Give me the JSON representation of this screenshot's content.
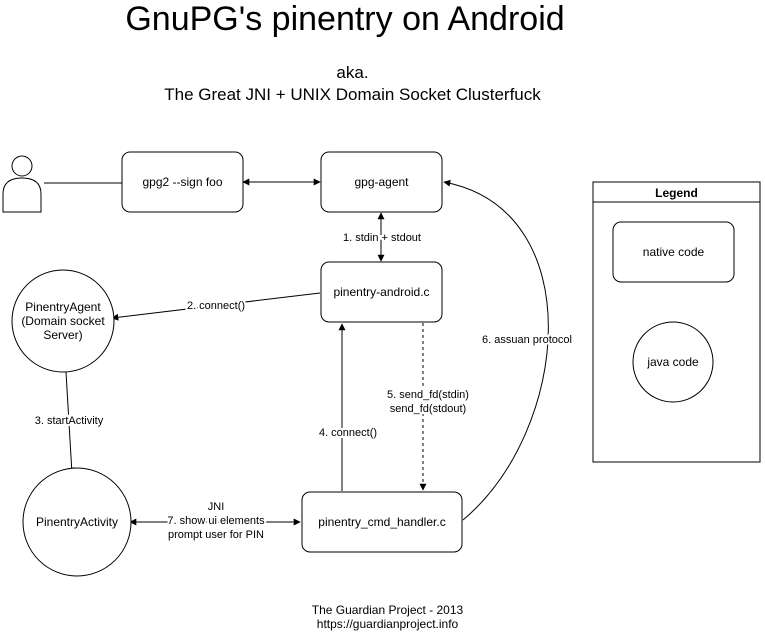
{
  "title": "GnuPG's pinentry on Android",
  "subtitle_line1": "aka.",
  "subtitle_line2": "The Great JNI + UNIX Domain Socket Clusterfuck",
  "nodes": {
    "user": "",
    "gpg2": "gpg2 --sign foo",
    "gpg_agent": "gpg-agent",
    "pinentry_android": "pinentry-android.c",
    "pinentry_agent_line1": "PinentryAgent",
    "pinentry_agent_line2": "(Domain socket",
    "pinentry_agent_line3": "Server)",
    "pinentry_activity": "PinentryActivity",
    "pinentry_cmd_handler": "pinentry_cmd_handler.c"
  },
  "edges": {
    "e1": "1. stdin + stdout",
    "e2": "2. connect()",
    "e3": "3. startActivity",
    "e4": "4. connect()",
    "e5_line1": "5. send_fd(stdin)",
    "e5_line2": "send_fd(stdout)",
    "e6": "6. assuan protocol",
    "e7_line1": "JNI",
    "e7_line2": "7. show ui elements",
    "e7_line3": "prompt user for PIN"
  },
  "legend": {
    "title": "Legend",
    "native": "native code",
    "java": "java code"
  },
  "footer_line1": "The Guardian Project - 2013",
  "footer_line2": "https://guardianproject.info",
  "colors": {
    "stroke": "#000000",
    "background": "#ffffff"
  }
}
